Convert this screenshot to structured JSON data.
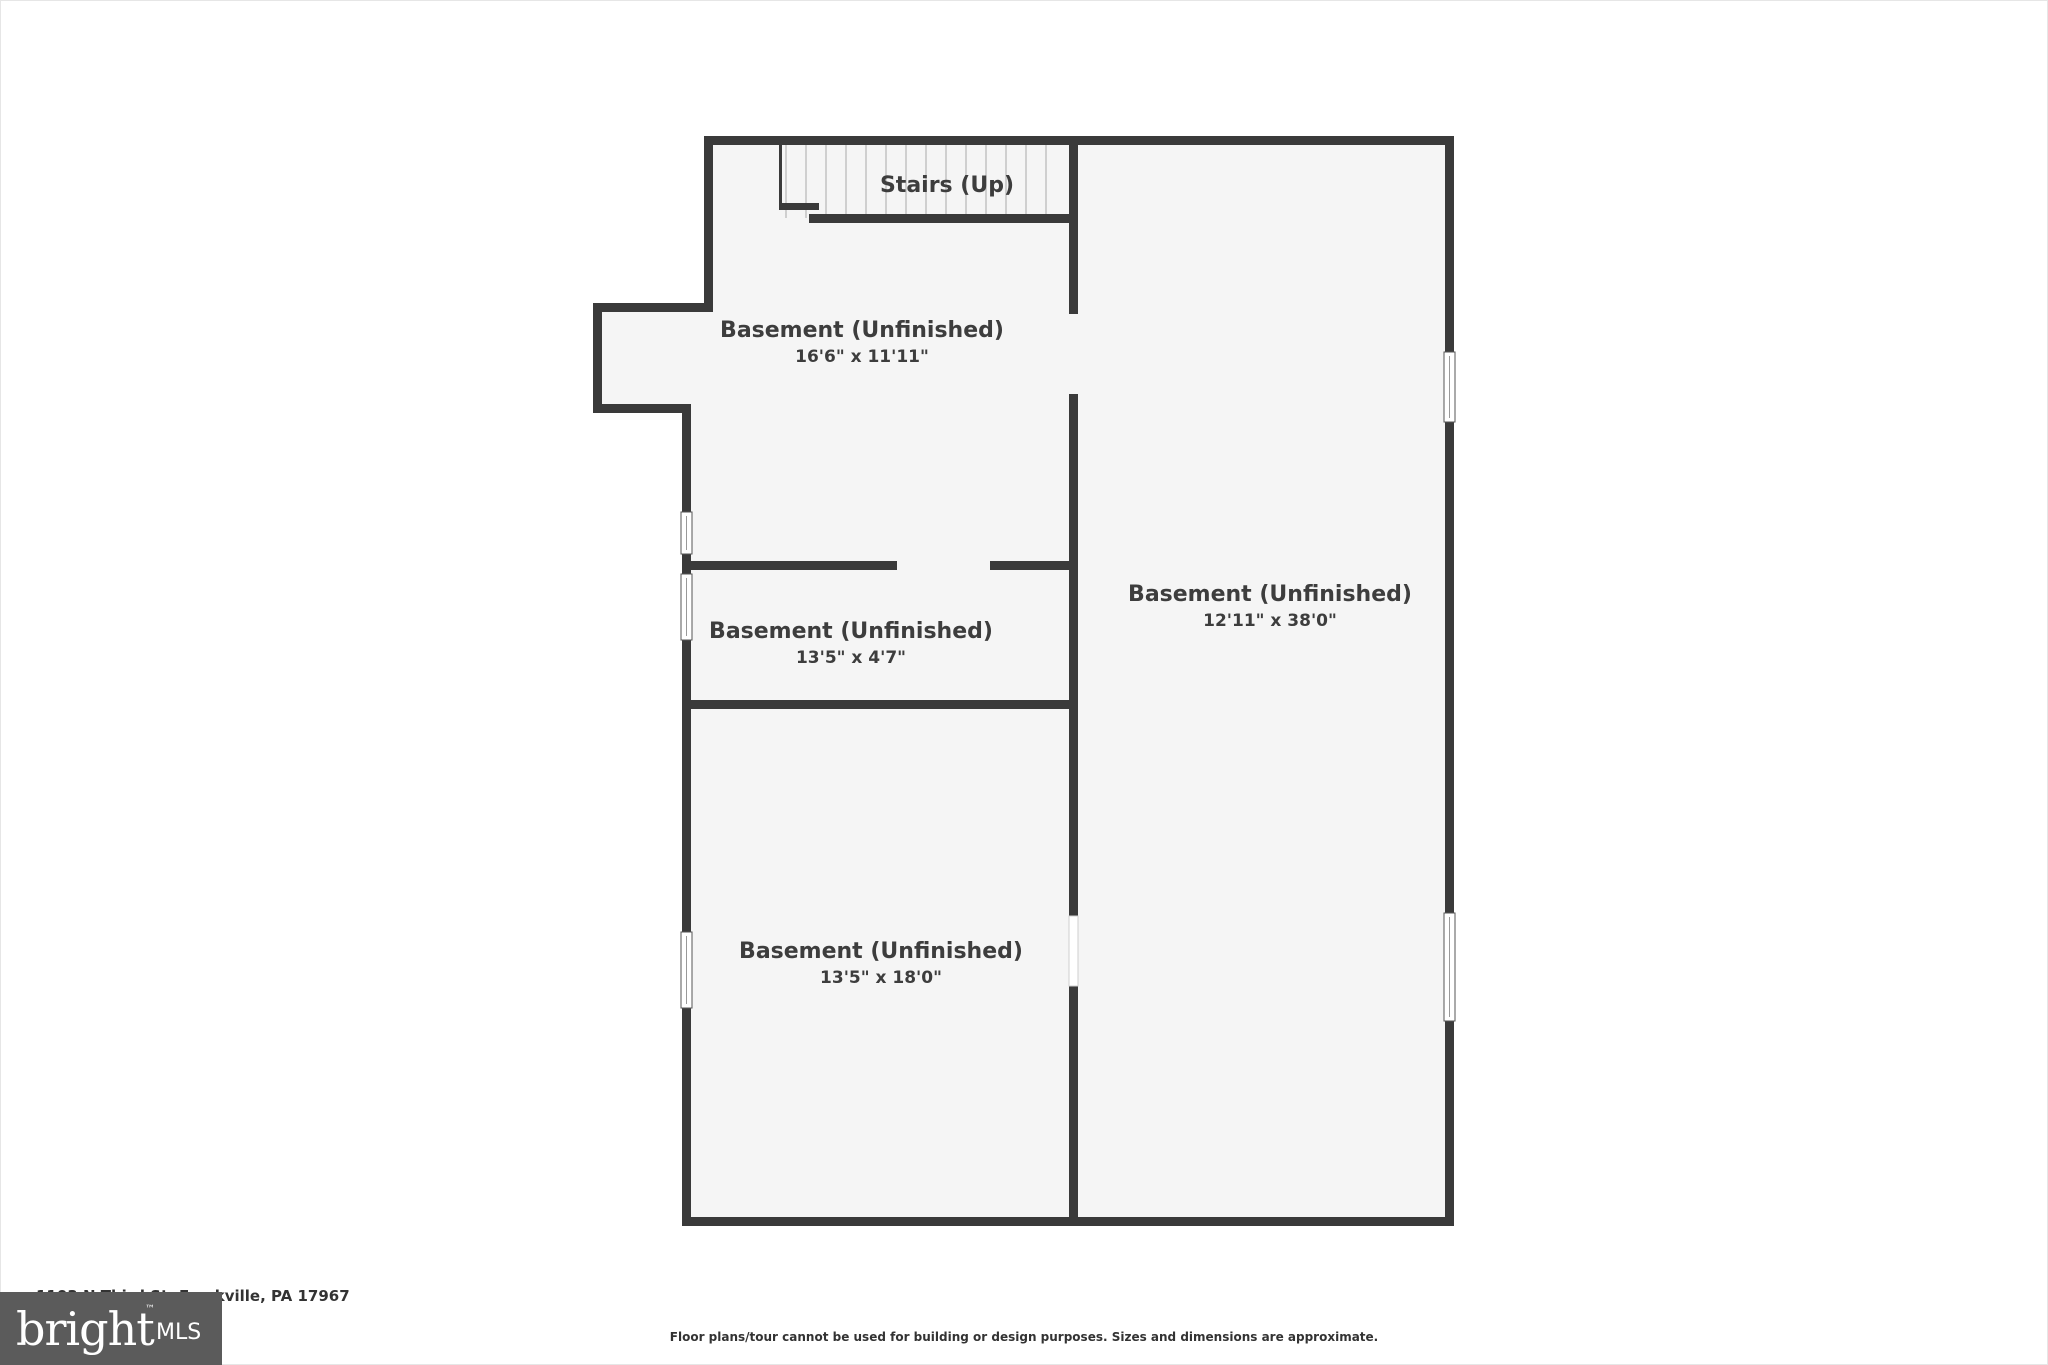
{
  "floor_plan": {
    "rooms": [
      {
        "id": "stairs",
        "name": "Stairs (Up)",
        "dimensions": ""
      },
      {
        "id": "basement_upper_left",
        "name": "Basement (Unfinished)",
        "dimensions": "16'6\" x 11'11\""
      },
      {
        "id": "basement_right",
        "name": "Basement (Unfinished)",
        "dimensions": "12'11\" x 38'0\""
      },
      {
        "id": "basement_small",
        "name": "Basement (Unfinished)",
        "dimensions": "13'5\" x 4'7\""
      },
      {
        "id": "basement_lower_left",
        "name": "Basement (Unfinished)",
        "dimensions": "13'5\" x 18'0\""
      }
    ]
  },
  "address": "1103 N Third St, Frackville, PA 17967",
  "disclaimer": "Floor plans/tour cannot be used for building or design purposes. Sizes and dimensions are approximate.",
  "logo": {
    "word": "bright",
    "suffix": "MLS",
    "tm": "™"
  },
  "colors": {
    "wall": "#3a3a3a",
    "floor": "#f5f5f5",
    "background": "#ffffff"
  }
}
